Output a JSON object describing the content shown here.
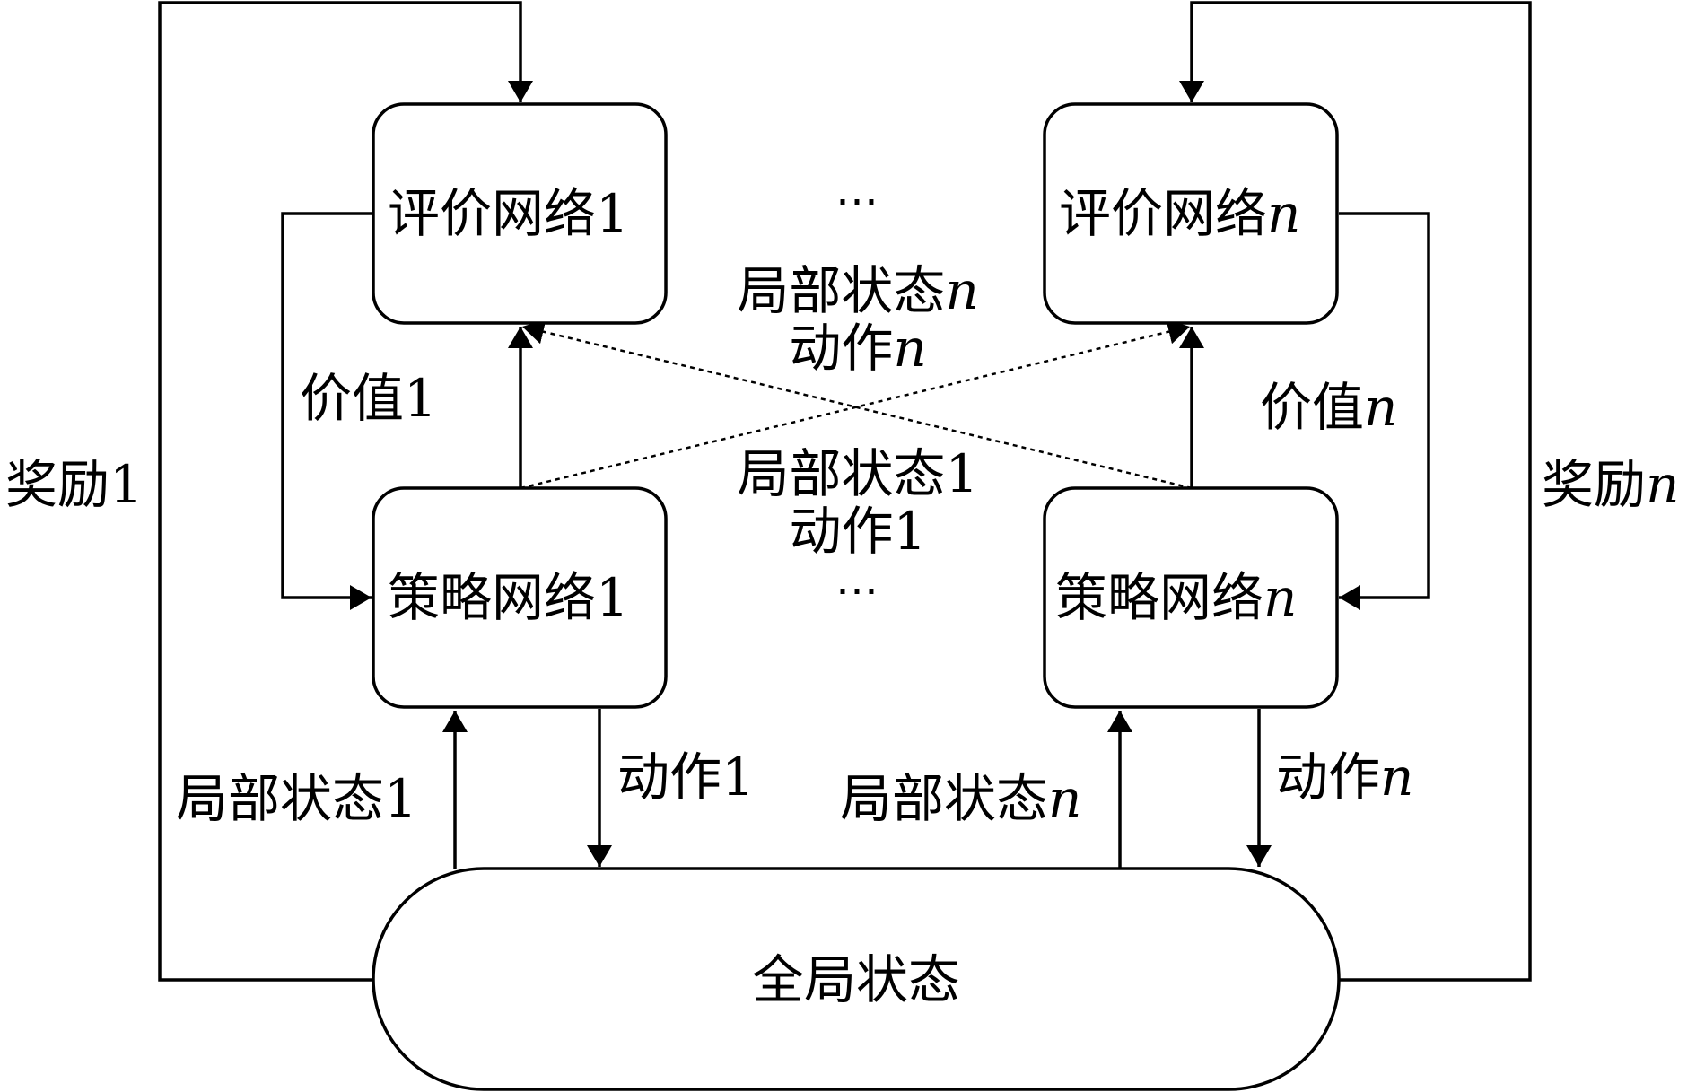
{
  "nodes": {
    "critic_1": {
      "text": "评价网络",
      "index": "1",
      "index_italic": false
    },
    "critic_n": {
      "text": "评价网络",
      "index": "n",
      "index_italic": true
    },
    "actor_1": {
      "text": "策略网络",
      "index": "1",
      "index_italic": false
    },
    "actor_n": {
      "text": "策略网络",
      "index": "n",
      "index_italic": true
    },
    "global_state": {
      "text": "全局状态"
    }
  },
  "labels": {
    "reward_1": {
      "text": "奖励",
      "index": "1"
    },
    "reward_n": {
      "text": "奖励",
      "index": "n"
    },
    "value_1": {
      "text": "价值",
      "index": "1"
    },
    "value_n": {
      "text": "价值",
      "index": "n"
    },
    "cross_local_state_n": {
      "text": "局部状态",
      "index": "n"
    },
    "cross_action_n": {
      "text": "动作",
      "index": "n"
    },
    "cross_local_state_1": {
      "text": "局部状态",
      "index": "1"
    },
    "cross_action_1": {
      "text": "动作",
      "index": "1"
    },
    "local_state_1": {
      "text": "局部状态",
      "index": "1"
    },
    "action_1": {
      "text": "动作",
      "index": "1"
    },
    "local_state_n": {
      "text": "局部状态",
      "index": "n"
    },
    "action_n": {
      "text": "动作",
      "index": "n"
    }
  },
  "ellipsis": "⋯"
}
